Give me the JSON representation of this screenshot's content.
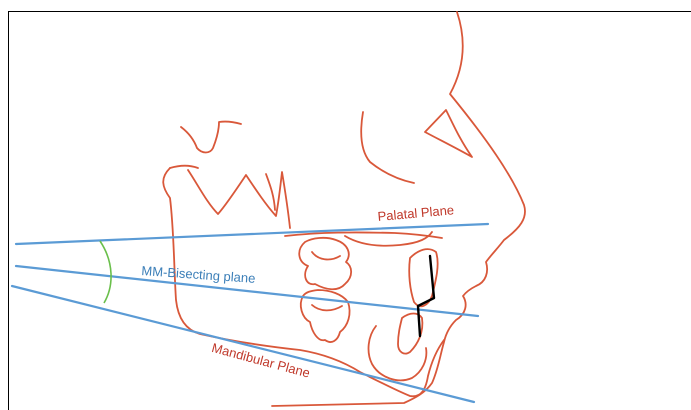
{
  "diagram": {
    "labels": {
      "palatal_plane": "Palatal Plane",
      "bisecting_plane": "MM-Bisecting plane",
      "mandibular_plane": "Mandibular Plane"
    },
    "colors": {
      "tracing": "#d9583a",
      "planes": "#5b9bd5",
      "angle_arc": "#6abf4b",
      "measure_line": "#000000",
      "palatal_label": "#c0392b",
      "bisecting_label": "#3c7fb8",
      "mandibular_label": "#c0392b"
    }
  }
}
